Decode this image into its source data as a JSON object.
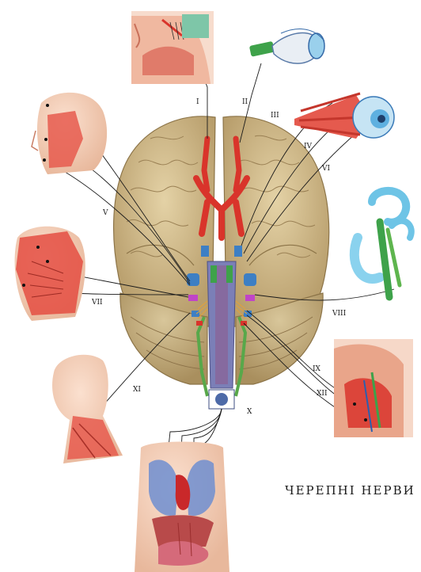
{
  "title": "ЧЕРЕПНІ НЕРВИ",
  "nerves": {
    "I": "I",
    "II": "II",
    "III": "III",
    "IV": "IV",
    "V": "V",
    "VI": "VI",
    "VII": "VII",
    "VIII": "VIII",
    "IX": "IX",
    "X": "X",
    "XI": "XI",
    "XII": "XII"
  }
}
